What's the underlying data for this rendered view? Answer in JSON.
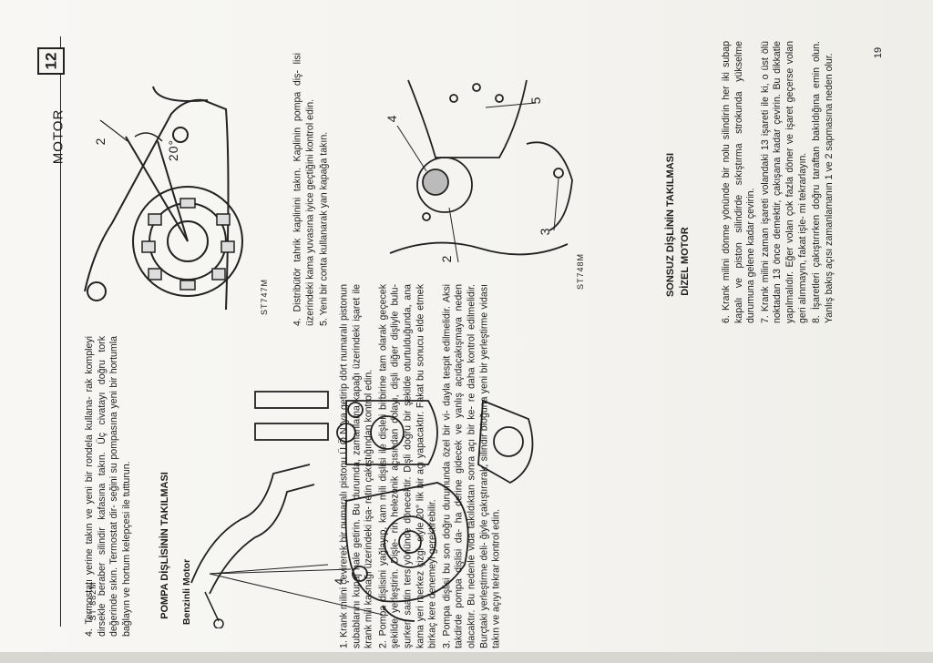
{
  "header": {
    "title": "MOTOR",
    "chapter": "12",
    "page_number": "19"
  },
  "figure_captions": {
    "st747": "ST747M",
    "st748": "ST748M",
    "st882": "ST 882M"
  },
  "figure_labels": {
    "st747": {
      "label_2": "2",
      "angle": "20°"
    },
    "st748": {
      "label_4": "4",
      "label_5": "5",
      "label_2": "2",
      "label_3": "3"
    },
    "st882": {
      "label_4": "4"
    }
  },
  "col_thermostat": {
    "p1": "4. Termostatı yerine takın ve yeni bir rondela kullana- rak kompleyi dirsekle beraber silindir kafasına takın. Üç civatayı doğru tork değerinde sıkın. Termostat dir- seğini su pompasına yeni bir hortumla bağlayın ve hortum kelepçesi ile tutturun."
  },
  "col_pompa": {
    "heading": "POMPA DİŞLİSİNİN TAKILMASI",
    "subheading": "Benzinli Motor",
    "p1": "1. Krank milini çevirerek bir numaralı pistonu Ü.Ö.N.'ya getirip dört numaralı pistonun subablarını kupaj hale getirin. Bu durumda, zamanlama kapağı üzerindeki işaret ile krank mili kasnağı üzerindeki işa- retin çakıştığından kontrol edin.",
    "p2": "2. Pompa dişlisini yağlayıp, kam mili dişlisi ile dişleri birbirine tam olarak geçecek şekilde yerleştirin. Dişle- rin helezonik açısından dolayı, dişli diğer dişliyle bulu- şurken saatin ters yönünde dönecektir. Dişli doğru bir şekilde oturtulduğunda, ana kama yeri merkez çizgi- siyle 20° lik bir açı yapacaktır. Fakat bu sonucu elde etmek birkaç kere denemeyi gerektirebilir.",
    "p3": "3. Pompa dişlisi bu son doğru durumunda özel bir vi- dayla tespit edilmelidir. Aksi takdirde pompa dişlisi da- ha derine gidecek ve yanlış açıdaçakışmaya neden olacaktır. Bu nedenle vida takıldıktan sonra açı bir ke- re daha kontrol edilmelidir. Burçtaki yerleştirme deli- ğiyle çakıştırarak, silindir bloğuna yeni bir yerleştirme vidası takın ve açıyı tekrar kontrol edin."
  },
  "col_distributor": {
    "p4": "4. Distribütör tahrik kaplinini takın. Kaplinin pompa diş- lisi üzerindeki kama yuvasına iyice geçtiğini kontrol edin.",
    "p5": "5. Yeni bir conta kullanarak yan kapağa takın."
  },
  "col_sonsuz": {
    "heading1": "SONSUZ DİŞLİNİN TAKILMASI",
    "heading2": "DİZEL MOTOR",
    "p6": "6. Krank milini dönme yönünde bir nolu silindirin her iki subap kapalı ve piston silindirde sıkıştırma strokunda yükselme durumuna gelene kadar çevirin.",
    "p7": "7. Krank milini zaman işareti volandaki 13 işareti ile ki, o üst ölü noktadan 13 önce demektir, çakışana kadar çevirin. Bu dikkatle yapılmalıdır. Eğer volan çok fazla döner ve işaret geçerse volan geri alınmayın, fakat işle- mi tekrarlayın.",
    "p8": "8. İşaretleri çakıştırırken doğru taraftan bakıldığına emin olun. Yanlış bakış açısı zamanlamanın 1 ve 2 sapmasına neden olur."
  }
}
